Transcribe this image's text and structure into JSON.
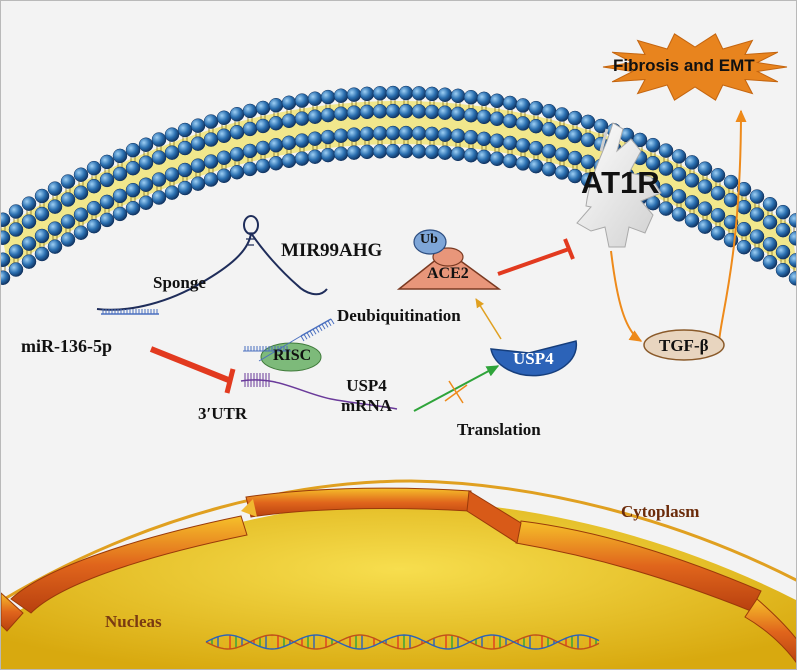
{
  "labels": {
    "fibrosis": "Fibrosis  and EMT",
    "at1r": "AT1R",
    "ub": "Ub",
    "ace2": "ACE2",
    "mir99ahg": "MIR99AHG",
    "sponge": "Sponge",
    "deubiquitination": "Deubiquitination",
    "mir136": "miR-136-5p",
    "risc": "RISC",
    "usp4": "USP4",
    "usp4_mrna": "USP4\nmRNA",
    "utr": "3′UTR",
    "translation": "Translation",
    "tgfb": "TGF-β",
    "cytoplasm": "Cytoplasm",
    "nucleas": "Nucleas"
  },
  "colors": {
    "background": "#f3f3f3",
    "lipid_head": "#2a6fb0",
    "lipid_tail": "#f0e36a",
    "starburst": "#e8841e",
    "inhibit": "#e23a1f",
    "activate": "#2fa43a",
    "tgf_arrow": "#ee8a1a",
    "ace2": "#e8967a",
    "usp4": "#2c63b8",
    "risc": "#7dba7a",
    "nucleus": "#f0cb2a",
    "envelope": "#e0701a",
    "cytoplasm_text": "#6b2b0a",
    "nucleas_text": "#7a3b12"
  },
  "icons": [
    "membrane-bilayer-icon",
    "starburst-icon",
    "at1r-receptor-icon",
    "ub-tag-icon",
    "ace2-protein-icon",
    "usp4-protein-icon",
    "mir99ahg-rna-icon",
    "mirna-strand-icon",
    "risc-complex-icon",
    "tgfb-oval-icon",
    "nucleus-icon",
    "dna-helix-icon"
  ]
}
